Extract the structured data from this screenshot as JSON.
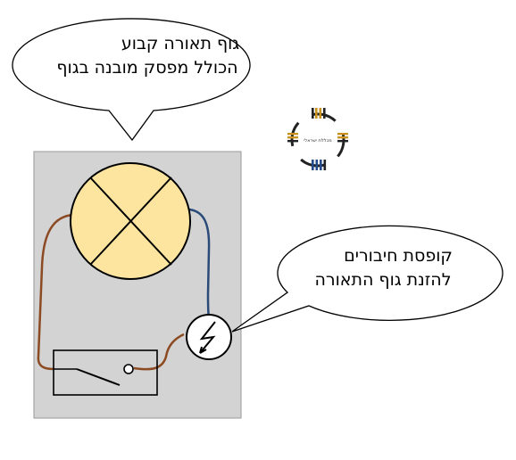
{
  "callouts": {
    "fixture": {
      "line1": "גוף תאורה קבוע",
      "line2": "הכולל מפסק מובנה בגוף"
    },
    "junction_box": {
      "line1": "קופסת חיבורים",
      "line2": "להזנת גוף התאורה"
    }
  },
  "logo": {
    "text": "מכללת ישראלי",
    "color_gold": "#c9931e",
    "color_blue": "#234b8c",
    "color_dark": "#222222"
  },
  "colors": {
    "panel_fill": "#d3d3d3",
    "lamp_fill": "#fde5a0",
    "wire_brown": "#8b4a22",
    "wire_blue": "#2a4a78"
  }
}
